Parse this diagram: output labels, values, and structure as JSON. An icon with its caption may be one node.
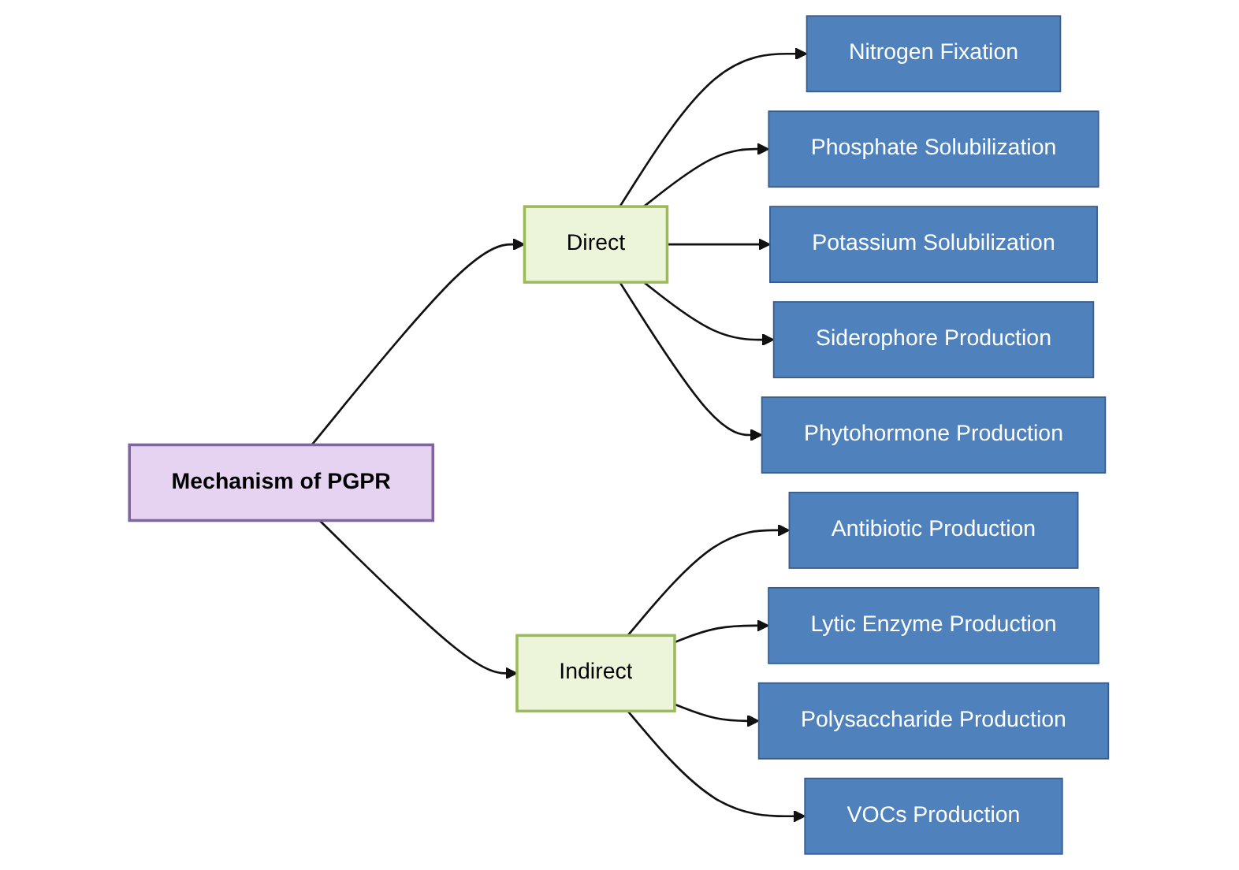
{
  "diagram": {
    "nodes": [
      {
        "text": [
          "Mechanism of PGPR"
        ]
      },
      {
        "text": [
          "Direct"
        ]
      },
      {
        "text": [
          "Indirect"
        ]
      },
      {
        "text": [
          "Nitrogen Fixation"
        ]
      },
      {
        "text": [
          "Phosphate Solubilization"
        ]
      },
      {
        "text": [
          "Potassium Solubilization"
        ]
      },
      {
        "text": [
          "Siderophore Production"
        ]
      },
      {
        "text": [
          "Phytohormone Production"
        ]
      },
      {
        "text": [
          "Antibiotic Production"
        ]
      },
      {
        "text": [
          "Lytic Enzyme Production"
        ]
      },
      {
        "text": [
          "Polysaccharide Production"
        ]
      },
      {
        "text": [
          "VOCs Production"
        ]
      }
    ],
    "edges": [
      {
        "from": 0,
        "to": 1,
        "arrow": "to"
      },
      {
        "from": 0,
        "to": 2,
        "arrow": "to"
      },
      {
        "from": 1,
        "to": 3,
        "arrow": "to"
      },
      {
        "from": 1,
        "to": 4,
        "arrow": "to"
      },
      {
        "from": 1,
        "to": 5,
        "arrow": "to"
      },
      {
        "from": 1,
        "to": 6,
        "arrow": "to"
      },
      {
        "from": 1,
        "to": 7,
        "arrow": "to"
      },
      {
        "from": 2,
        "to": 8,
        "arrow": "to"
      },
      {
        "from": 2,
        "to": 9,
        "arrow": "to"
      },
      {
        "from": 2,
        "to": 10,
        "arrow": "to"
      },
      {
        "from": 2,
        "to": 11,
        "arrow": "to"
      }
    ]
  }
}
